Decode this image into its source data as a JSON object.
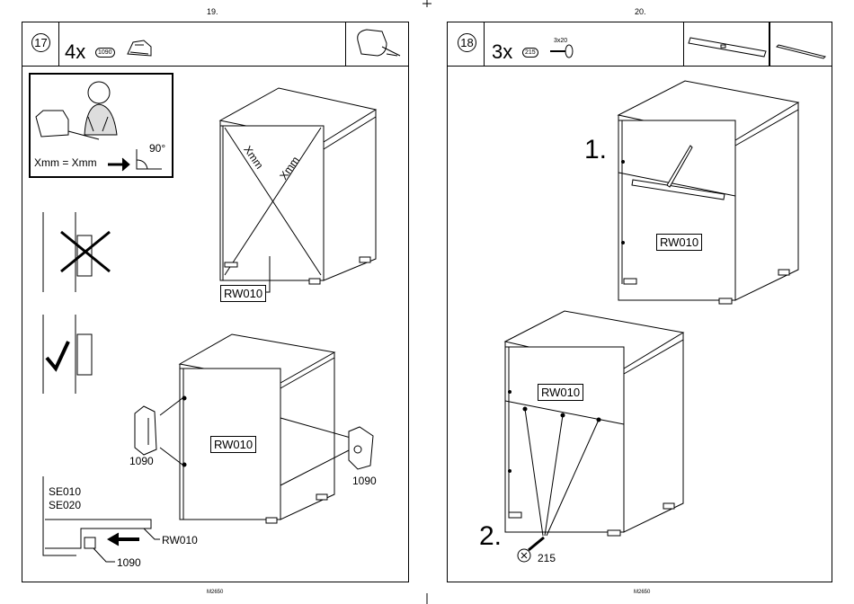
{
  "left_page": {
    "page_number": "19.",
    "footer": "M2650",
    "step": {
      "number": "17",
      "quantity": "4x",
      "part_id": "1090"
    },
    "inset": {
      "equation": "Xmm = Xmm",
      "angle": "90°"
    },
    "diagonal_labels": [
      "Xmm",
      "Xmm"
    ],
    "panel_labels": [
      "RW010",
      "RW010",
      "RW010"
    ],
    "part_labels": [
      "1090",
      "1090",
      "1090"
    ],
    "side_labels": [
      "SE010",
      "SE020"
    ]
  },
  "right_page": {
    "page_number": "20.",
    "footer": "M2650",
    "step": {
      "number": "18",
      "quantity": "3x",
      "part_id": "215",
      "screw_size": "3x20"
    },
    "substeps": [
      "1.",
      "2."
    ],
    "panel_labels": [
      "RW010",
      "RW010"
    ],
    "screw_label": "215"
  },
  "icons": [
    "tape-measure-icon",
    "cam-lock-icon",
    "screw-icon",
    "spirit-level-icon",
    "pencil-icon",
    "check-icon",
    "cross-icon",
    "arrow-icon",
    "worker-icon"
  ]
}
